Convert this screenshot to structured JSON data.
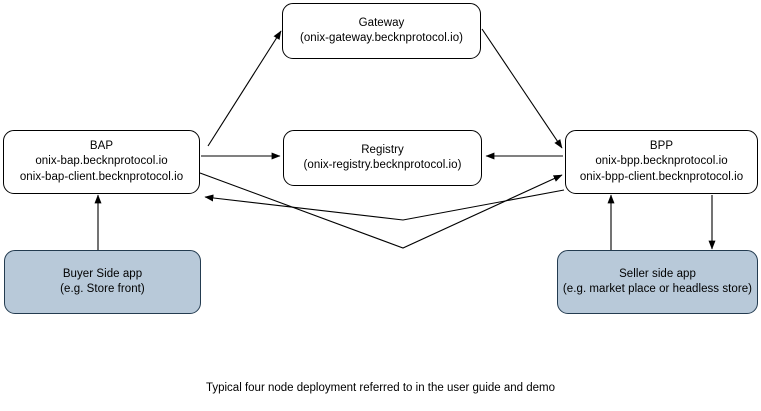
{
  "diagram": {
    "caption": "Typical four node deployment referred to in the user guide and demo",
    "colors": {
      "node_fill": "#ffffff",
      "shaded_node_fill": "#b8c9d9",
      "stroke": "#000000",
      "shaded_stroke": "#233b50",
      "background": "#ffffff"
    },
    "nodes": [
      {
        "id": "gateway",
        "title": "Gateway",
        "subtitle": "(onix-gateway.becknprotocol.io)",
        "shaded": false
      },
      {
        "id": "bap",
        "title": "BAP",
        "subtitle": "onix-bap.becknprotocol.io",
        "subtitle2": "onix-bap-client.becknprotocol.io",
        "shaded": false
      },
      {
        "id": "registry",
        "title": "Registry",
        "subtitle": "(onix-registry.becknprotocol.io)",
        "shaded": false
      },
      {
        "id": "bpp",
        "title": "BPP",
        "subtitle": "onix-bpp.becknprotocol.io",
        "subtitle2": "onix-bpp-client.becknprotocol.io",
        "shaded": false
      },
      {
        "id": "buyer",
        "title": "Buyer Side app",
        "subtitle": "(e.g. Store front)",
        "shaded": true
      },
      {
        "id": "seller",
        "title": "Seller side app",
        "subtitle": "(e.g. market place or headless store)",
        "shaded": true
      }
    ],
    "edges": [
      {
        "id": "bap-to-gateway",
        "from": "bap",
        "to": "gateway",
        "label": ""
      },
      {
        "id": "gateway-to-bpp",
        "from": "gateway",
        "to": "bpp",
        "label": ""
      },
      {
        "id": "bap-to-registry",
        "from": "bap",
        "to": "registry",
        "label": ""
      },
      {
        "id": "bpp-to-registry",
        "from": "bpp",
        "to": "registry",
        "label": ""
      },
      {
        "id": "bap-to-bpp",
        "from": "bap",
        "to": "bpp",
        "label": ""
      },
      {
        "id": "bpp-to-bap",
        "from": "bpp",
        "to": "bap",
        "label": ""
      },
      {
        "id": "buyer-to-bap",
        "from": "buyer",
        "to": "bap",
        "label": ""
      },
      {
        "id": "seller-to-bpp",
        "from": "seller",
        "to": "bpp",
        "label": ""
      },
      {
        "id": "bpp-to-seller",
        "from": "bpp",
        "to": "seller",
        "label": ""
      }
    ]
  }
}
